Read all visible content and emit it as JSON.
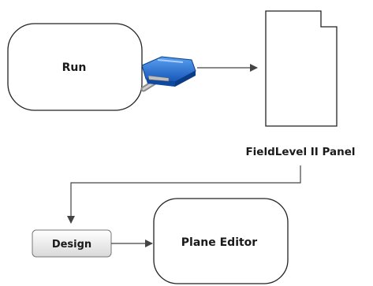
{
  "nodes": {
    "run": {
      "label": "Run"
    },
    "panel": {
      "caption": "FieldLevel II Panel"
    },
    "design": {
      "label": "Design"
    },
    "plane_editor": {
      "label": "Plane Editor"
    }
  },
  "icons": {
    "cable": "usb-cable-connector-icon",
    "panel": "fieldlevel-panel-icon"
  },
  "colors": {
    "stroke": "#222222",
    "arrow": "#444444",
    "connector_blue": "#1f6fd6",
    "design_fill_top": "#ffffff",
    "design_fill_bottom": "#dcdcdc"
  }
}
